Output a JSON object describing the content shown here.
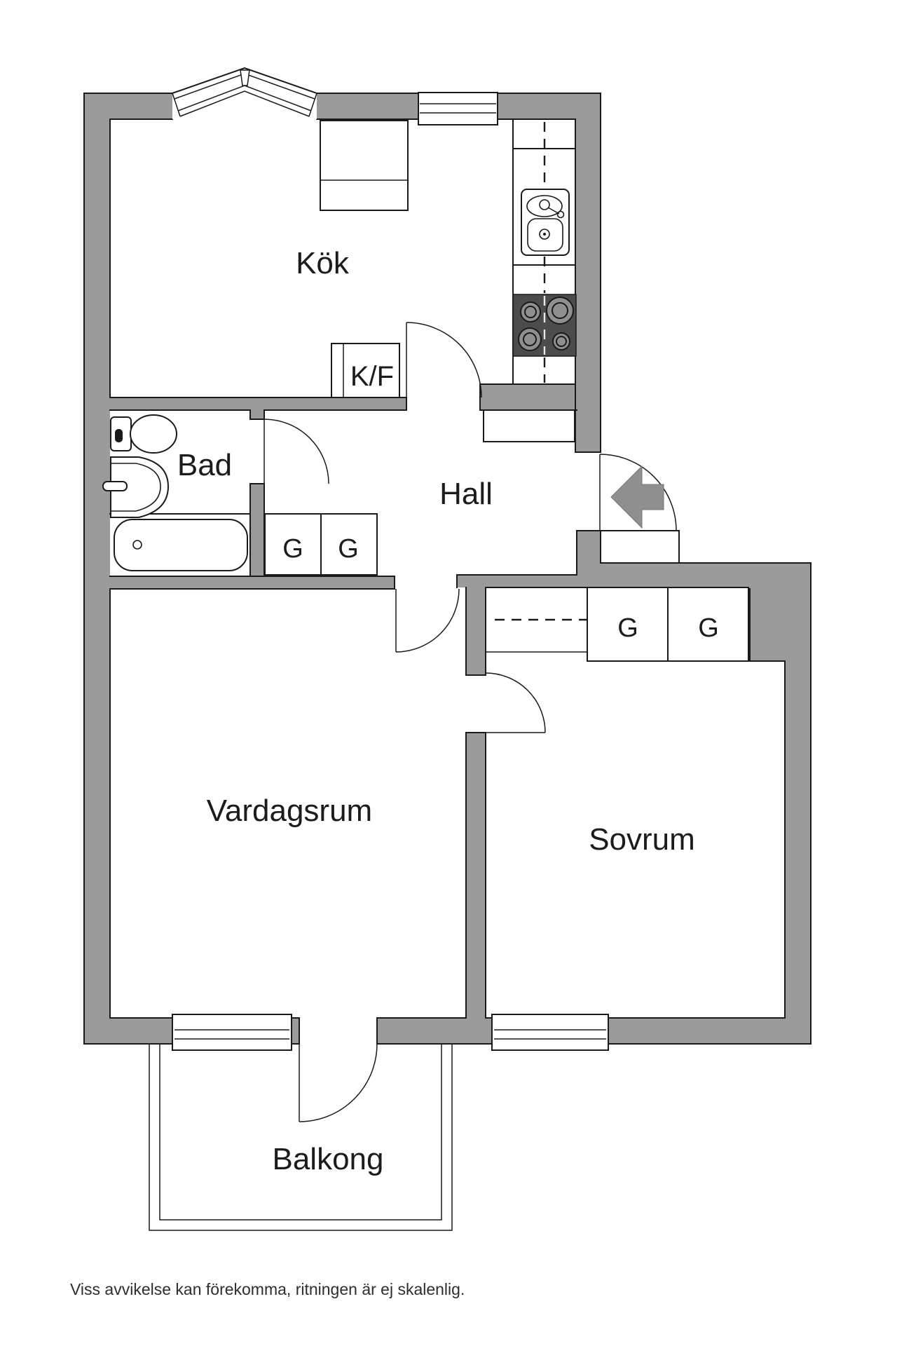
{
  "floorplan": {
    "rooms": [
      {
        "id": "kok",
        "label": "Kök"
      },
      {
        "id": "bad",
        "label": "Bad"
      },
      {
        "id": "hall",
        "label": "Hall"
      },
      {
        "id": "vardagsrum",
        "label": "Vardagsrum"
      },
      {
        "id": "sovrum",
        "label": "Sovrum"
      },
      {
        "id": "balkong",
        "label": "Balkong"
      }
    ],
    "labels": {
      "fridge_freezer": "K/F"
    },
    "wardrobes": [
      {
        "label": "G"
      },
      {
        "label": "G"
      },
      {
        "label": "G"
      },
      {
        "label": "G"
      }
    ],
    "disclaimer": "Viss avvikelse kan förekomma, ritningen är ej skalenlig.",
    "colors": {
      "wall": "#9b9b9b",
      "line": "#1a1a1a",
      "stove_panel": "#4c4c4c",
      "burner": "#8f8f8f",
      "entry_arrow": "#8f8f8f",
      "background": "#ffffff"
    }
  }
}
